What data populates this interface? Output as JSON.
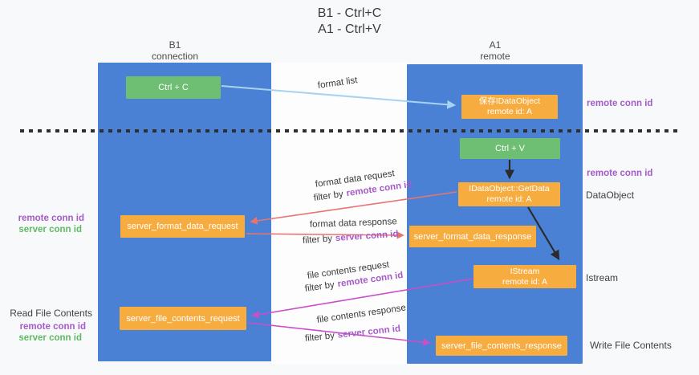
{
  "title": {
    "line1": "B1 - Ctrl+C",
    "line2": "A1 - Ctrl+V"
  },
  "lifelines": {
    "left": {
      "title": "B1",
      "subtitle": "connection"
    },
    "right": {
      "title": "A1",
      "subtitle": "remote"
    }
  },
  "nodes": {
    "ctrl_c": {
      "label": "Ctrl + C"
    },
    "save_idataobject": {
      "line1": "保存IDataObject",
      "line2": "remote id: A"
    },
    "ctrl_v": {
      "label": "Ctrl + V"
    },
    "idataobject_getdata": {
      "line1": "IDataObject::GetData",
      "line2": "remote id: A"
    },
    "server_format_data_request": {
      "label": "server_format_data_request"
    },
    "server_format_data_response": {
      "label": "server_format_data_response"
    },
    "istream": {
      "line1": "IStream",
      "line2": "remote id: A"
    },
    "server_file_contents_request": {
      "label": "server_file_contents_request"
    },
    "server_file_contents_response": {
      "label": "server_file_contents_response"
    }
  },
  "labels": {
    "format_list": "format list",
    "format_data_request": "format data request",
    "format_data_response": "format data response",
    "file_contents_request": "file contents request",
    "file_contents_response": "file contents response",
    "filter_by": "filter by",
    "remote_conn_id": "remote conn id",
    "server_conn_id": "server conn id",
    "dataobject": "DataObject",
    "istream": "Istream",
    "read_file_contents": "Read File Contents",
    "write_file_contents": "Write File Contents"
  },
  "colors": {
    "lifeline_blue": "#4a81d4",
    "action_green": "#6ebe73",
    "message_orange": "#f7ac40",
    "format_arrow_blue": "#a8d2f0",
    "request_arrow_red": "#e87472",
    "contents_arrow_magenta": "#c94fc9",
    "conn_id_purple": "#a55bc8",
    "conn_id_green": "#5fba63"
  }
}
